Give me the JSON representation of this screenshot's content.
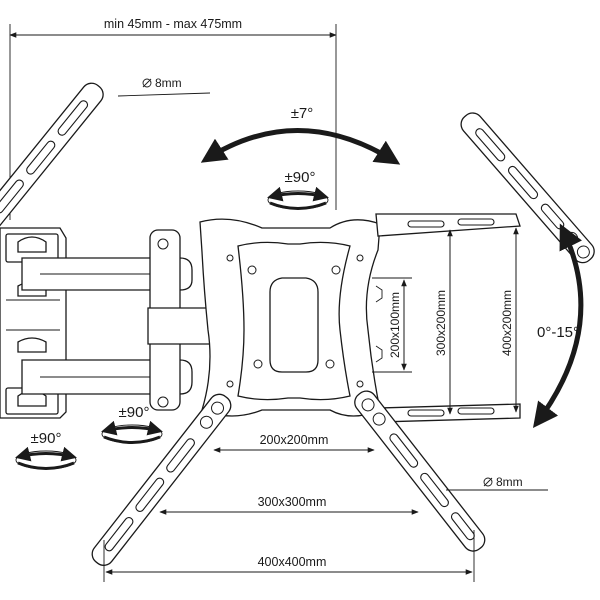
{
  "labels": {
    "arm_extension": "min 45mm - max 475mm",
    "bolt_top": "8mm",
    "bolt_bottom": "8mm",
    "tilt_roll": "±7°",
    "swivel_plate": "±90°",
    "swivel_arm_mid": "±90°",
    "swivel_arm_wall": "±90°",
    "tilt": "0°-15°",
    "vesa_200x100": "200x100mm",
    "vesa_300x200": "300x200mm",
    "vesa_400x200": "400x200mm",
    "vesa_200x200": "200x200mm",
    "vesa_300x300": "300x300mm",
    "vesa_400x400": "400x400mm"
  },
  "symbols": {
    "diameter_icon": "diameter-icon",
    "rotation_arrow": "curved-double-arrow-icon"
  },
  "colors": {
    "ink": "#1a1a1a",
    "paper": "#ffffff"
  }
}
